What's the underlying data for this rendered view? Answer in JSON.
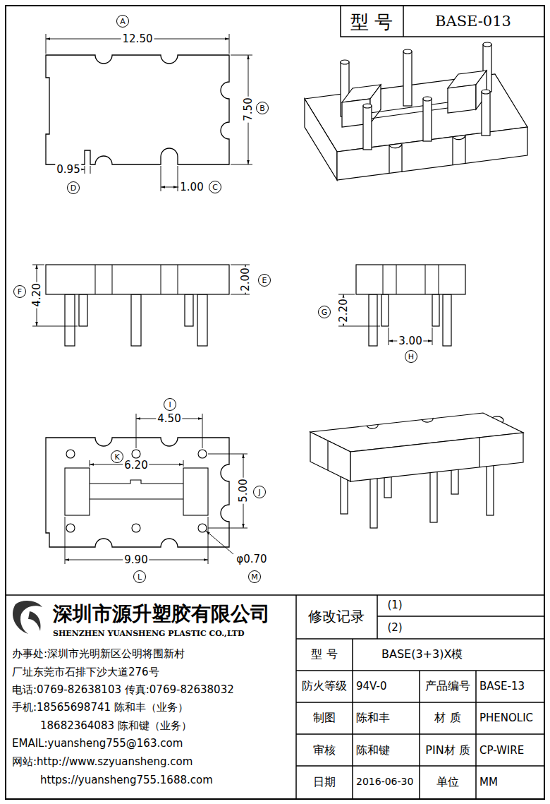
{
  "diagram": {
    "nodes": [
      {
        "text": [
          "A"
        ]
      },
      {
        "text": [
          "B"
        ]
      },
      {
        "text": [
          "C"
        ]
      },
      {
        "text": [
          "D"
        ]
      },
      {
        "text": [
          "E"
        ]
      },
      {
        "text": [
          "F"
        ]
      },
      {
        "text": [
          "G"
        ]
      },
      {
        "text": [
          "H"
        ]
      },
      {
        "text": [
          "I"
        ]
      },
      {
        "text": [
          "J"
        ]
      },
      {
        "text": [
          "K"
        ]
      },
      {
        "text": [
          "L"
        ]
      },
      {
        "text": [
          "M"
        ]
      }
    ],
    "labels": [
      "型 号",
      "BASE-013",
      "12.50",
      "7.50",
      "0.95",
      "1.00",
      "4.20",
      "2.00",
      "2.20",
      "3.00",
      "4.50",
      "6.20",
      "5.00",
      "9.90",
      "φ0.70",
      "深圳市源升塑胶有限公司",
      "SHENZHEN YUANSHENG PLASTIC CO.,LTD",
      "办事处:深圳市光明新区公明将围新村",
      "厂址东莞市石排下沙大道276号",
      "电话:0769-82638103 传真:0769-82638032",
      "手机:18565698741 陈和丰（业务）",
      "18682364083 陈和键（业务）",
      "EMAIL:yuansheng755@163.com",
      "网站:http://www.szyuansheng.com",
      "https://yuansheng755.1688.com",
      "修改记录",
      "(1)",
      "(2)",
      "型 号",
      "BASE(3+3)X模",
      "防火等级",
      "94V-0",
      "产品编号",
      "BASE-13",
      "制图",
      "陈和丰",
      "材 质",
      "PHENOLIC",
      "审核",
      "陈和键",
      "PIN材 质",
      "CP-WIRE",
      "日期",
      "2016-06-30",
      "单位",
      "MM"
    ]
  }
}
